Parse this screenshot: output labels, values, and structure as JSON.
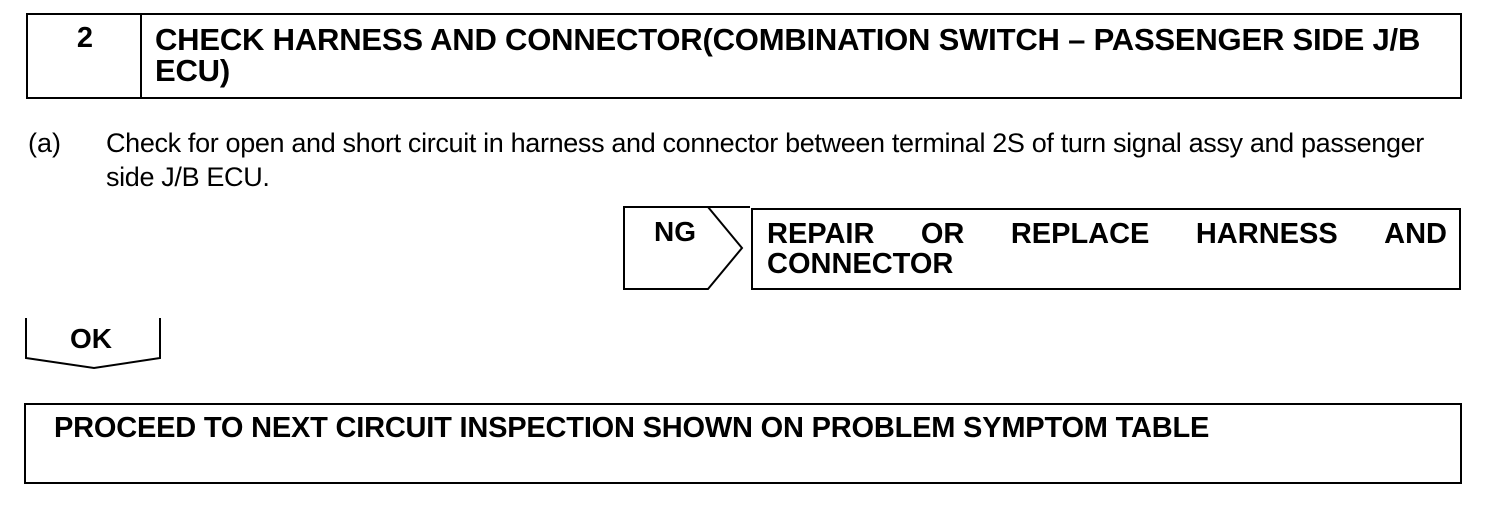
{
  "step": {
    "number": "2",
    "title": "CHECK HARNESS AND CONNECTOR(COMBINATION SWITCH – PASSENGER SIDE J/B ECU)"
  },
  "instruction": {
    "label": "(a)",
    "text": "Check for open and short circuit in harness and connector between terminal 2S of turn signal assy and passenger side J/B ECU."
  },
  "ng_branch": {
    "label": "NG",
    "result_words": [
      "REPAIR",
      "OR",
      "REPLACE",
      "HARNESS",
      "AND"
    ],
    "result_line2": "CONNECTOR"
  },
  "ok_branch": {
    "label": "OK",
    "result": "PROCEED TO NEXT CIRCUIT INSPECTION SHOWN ON PROBLEM SYMPTOM TABLE"
  }
}
